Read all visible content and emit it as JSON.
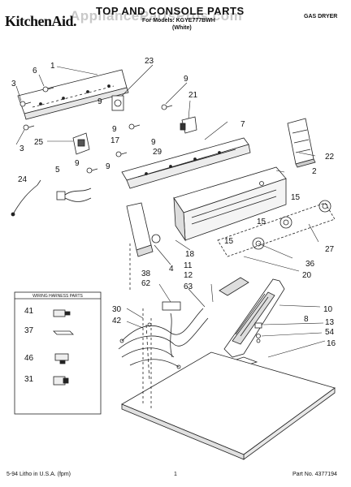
{
  "header": {
    "brand": "KitchenAid.",
    "watermark": "AppliancePartsPros.com",
    "title": "TOP AND CONSOLE PARTS",
    "models": "For Models: KGYE777BWH",
    "color": "(White)",
    "dryer_type": "GAS DRYER"
  },
  "footer": {
    "print_info": "5-94 Litho in U.S.A. (fpm)",
    "page_number": "1",
    "part_number": "Part No. 4377194"
  },
  "wiring_harness": {
    "title": "WIRING HARNESS PARTS"
  },
  "callouts": [
    {
      "id": "c1",
      "label": "1"
    },
    {
      "id": "c23",
      "label": "23"
    },
    {
      "id": "c6",
      "label": "6"
    },
    {
      "id": "c3a",
      "label": "3"
    },
    {
      "id": "c9a",
      "label": "9"
    },
    {
      "id": "c21",
      "label": "21"
    },
    {
      "id": "c9b",
      "label": "9"
    },
    {
      "id": "c3b",
      "label": "3"
    },
    {
      "id": "c25",
      "label": "25"
    },
    {
      "id": "c9c",
      "label": "9"
    },
    {
      "id": "c17",
      "label": "17"
    },
    {
      "id": "c7",
      "label": "7"
    },
    {
      "id": "c9d",
      "label": "9"
    },
    {
      "id": "c29",
      "label": "29"
    },
    {
      "id": "c9e",
      "label": "9"
    },
    {
      "id": "c22",
      "label": "22"
    },
    {
      "id": "c5",
      "label": "5"
    },
    {
      "id": "c9f",
      "label": "9"
    },
    {
      "id": "c24",
      "label": "24"
    },
    {
      "id": "c2",
      "label": "2"
    },
    {
      "id": "c15a",
      "label": "15"
    },
    {
      "id": "c15b",
      "label": "15"
    },
    {
      "id": "c15c",
      "label": "15"
    },
    {
      "id": "c27",
      "label": "27"
    },
    {
      "id": "c4",
      "label": "4"
    },
    {
      "id": "c18",
      "label": "18"
    },
    {
      "id": "c11",
      "label": "11"
    },
    {
      "id": "c12",
      "label": "12"
    },
    {
      "id": "c36",
      "label": "36"
    },
    {
      "id": "c20",
      "label": "20"
    },
    {
      "id": "c38",
      "label": "38"
    },
    {
      "id": "c62",
      "label": "62"
    },
    {
      "id": "c63",
      "label": "63"
    },
    {
      "id": "c30",
      "label": "30"
    },
    {
      "id": "c42",
      "label": "42"
    },
    {
      "id": "c10",
      "label": "10"
    },
    {
      "id": "c8",
      "label": "8"
    },
    {
      "id": "c13",
      "label": "13"
    },
    {
      "id": "c54",
      "label": "54"
    },
    {
      "id": "c16",
      "label": "16"
    },
    {
      "id": "c41",
      "label": "41"
    },
    {
      "id": "c37",
      "label": "37"
    },
    {
      "id": "c46",
      "label": "46"
    },
    {
      "id": "c31",
      "label": "31"
    }
  ]
}
